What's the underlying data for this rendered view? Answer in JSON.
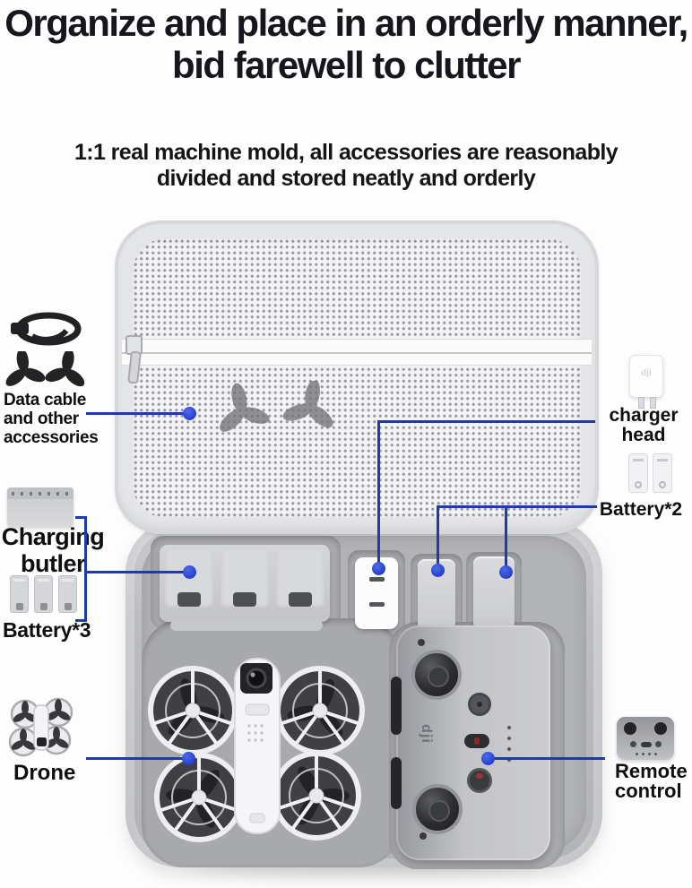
{
  "title": {
    "line1": "Organize and place in an orderly manner,",
    "line2": "bid farewell to clutter"
  },
  "subtitle": {
    "line1": "1:1 real machine mold, all accessories are reasonably",
    "line2": "divided and stored neatly and orderly"
  },
  "callouts": {
    "data_cable": {
      "lines": [
        "Data cable",
        "and other",
        "accessories"
      ]
    },
    "charging_butler": {
      "lines": [
        "Charging",
        "butler"
      ]
    },
    "battery3": {
      "label": "Battery*3"
    },
    "drone": {
      "label": "Drone"
    },
    "charger_head": {
      "lines": [
        "charger",
        "head"
      ]
    },
    "battery2": {
      "label": "Battery*2"
    },
    "remote_control": {
      "lines": [
        "Remote",
        "control"
      ]
    }
  },
  "brand": {
    "remote_logo": "dji",
    "charger_logo": "dji"
  },
  "colors": {
    "leader_line": "#1e3ca8",
    "leader_dot": "#2c49d6",
    "title_text": "#16161c",
    "label_text": "#0f0f12",
    "case_shell": "#bcbdc1",
    "mesh_dot": "#9b9ba1"
  }
}
